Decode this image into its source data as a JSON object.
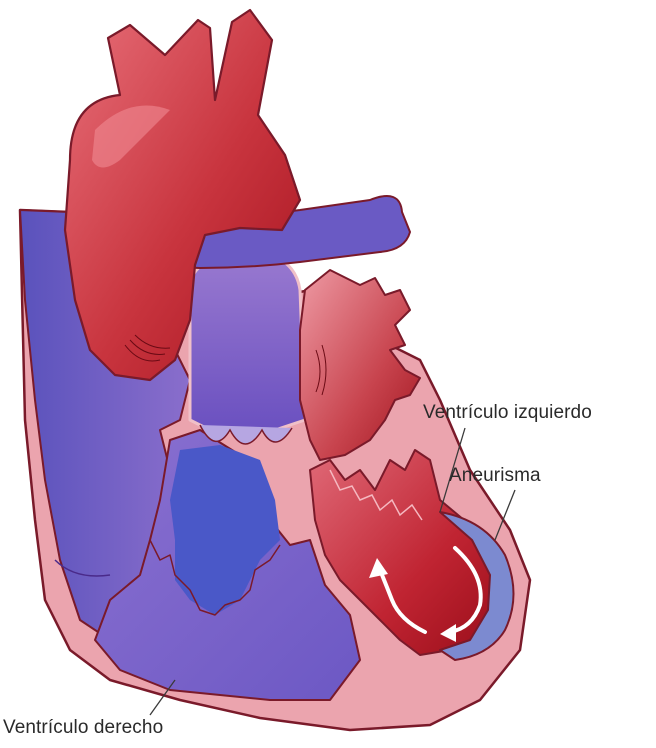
{
  "labels": {
    "left_ventricle": "Ventrículo izquierdo",
    "aneurysm": "Aneurisma",
    "right_ventricle": "Ventrículo derecho"
  },
  "colors": {
    "outline": "#7a1a2a",
    "pink_tissue": "#e89aa6",
    "arterial_red": "#c4303e",
    "deep_red": "#a5121e",
    "venous_blue": "#6b5fc0",
    "royal_blue": "#4a58c8",
    "violet": "#8a6cc6",
    "aneurysm_blue": "#7c8ad0",
    "arrow": "#ffffff"
  }
}
